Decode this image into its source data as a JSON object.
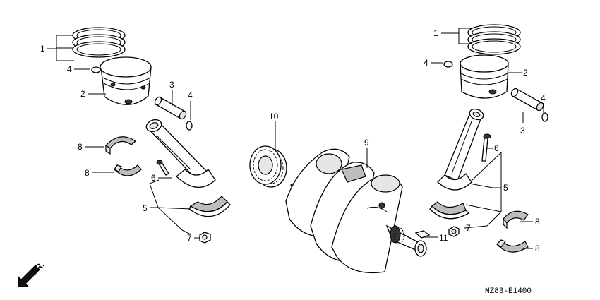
{
  "callouts": {
    "piston_ring_left": "1",
    "clip_left": "4",
    "piston_left": "2",
    "pin_left": "3",
    "clip_left_pin": "4",
    "bearing_upper_left": "8",
    "bearing_lower_left": "8",
    "bolt_left": "6",
    "rod_left": "5",
    "nut_left": "7",
    "sprocket": "10",
    "crankshaft": "9",
    "piston_ring_right": "1",
    "clip_right": "4",
    "piston_right": "2",
    "pin_right": "3",
    "clip_right_pin": "4",
    "bolt_right": "6",
    "rod_right": "5",
    "nut_right": "7",
    "key": "11",
    "bearing_upper_right": "8",
    "bearing_lower_right": "8"
  },
  "front_label": "FR.",
  "diagram_code": "MZ83-E1400",
  "icons": {
    "front_arrow": "arrow-down-left-icon"
  }
}
